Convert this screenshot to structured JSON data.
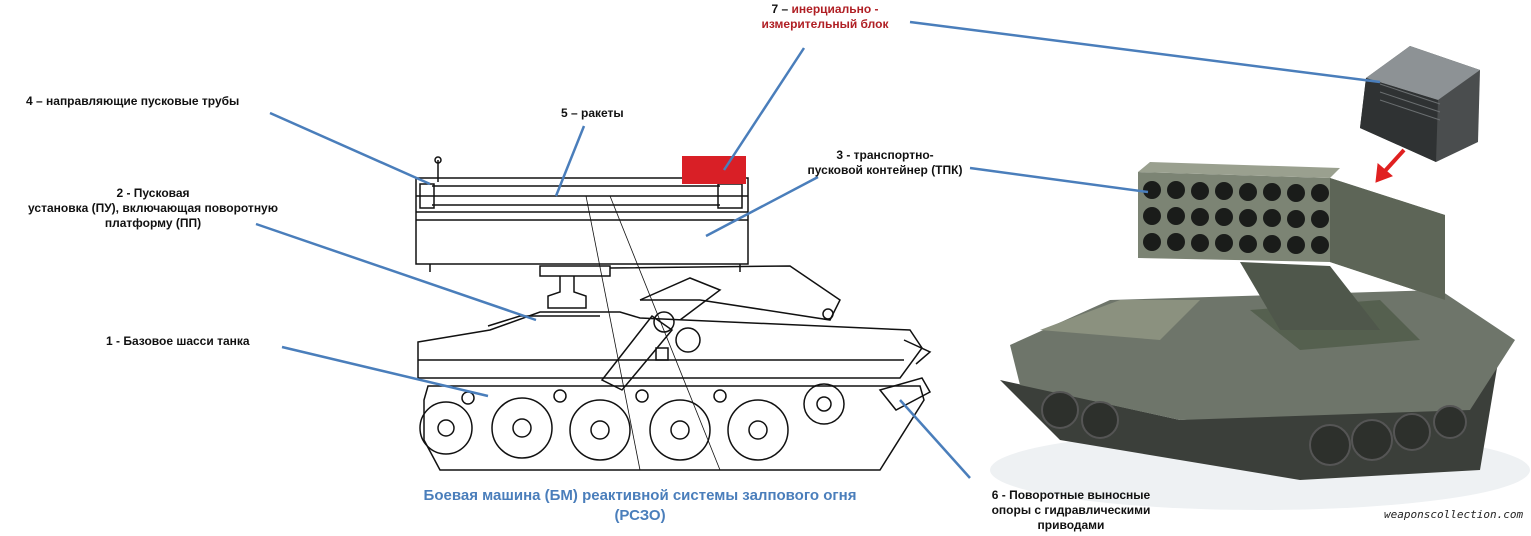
{
  "labels": {
    "l1": "1 - Базовое шасси танка",
    "l2_line1": "2 - Пусковая",
    "l2_line2": "установка  (ПУ),   включающая  поворотную",
    "l2_line3": "платформу (ПП)",
    "l3_line1": "3 - транспортно-",
    "l3_line2": "пусковой  контейнер  (ТПК)",
    "l4": "4 – направляющие  пусковые  трубы",
    "l5": "5 – ракеты",
    "l6_line1": "6 - Поворотные выносные",
    "l6_line2": "опоры с гидравлическими",
    "l6_line3": "приводами",
    "l7_prefix": "7 –",
    "l7_line1": "инерциально -",
    "l7_line2": "измерительный блок"
  },
  "caption": {
    "line1": "Боевая машина (БМ) реактивной системы залпового огня",
    "line2": "(РСЗО)"
  },
  "watermark": "weaponscollection.com",
  "colors": {
    "leader_line": "#4a7ebb",
    "caption": "#4a7ebb",
    "highlight_red": "#b01f24",
    "red_block": "#d91f26",
    "arrow": "#e02020",
    "camo_base": "#6e756a"
  }
}
